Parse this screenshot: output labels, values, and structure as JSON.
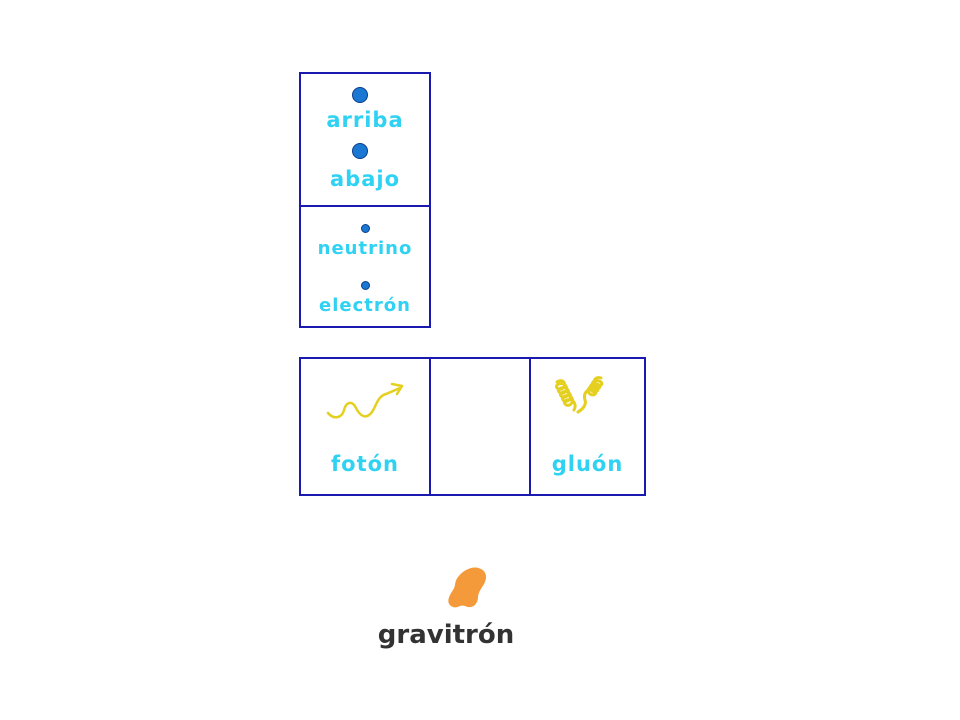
{
  "colors": {
    "border": "#1a1ab0",
    "label": "#2fd2f2",
    "particle": "#1a78d2",
    "photon": "#e5cf1f",
    "gluon": "#e5cf1f",
    "graviton": "#f59a3a",
    "graviton_label": "#333333"
  },
  "quarks": {
    "up": "arriba",
    "down": "abajo"
  },
  "leptons": {
    "neutrino": "neutrino",
    "electron": "electrón"
  },
  "bosons": {
    "photon": "fotón",
    "empty": "",
    "gluon": "gluón"
  },
  "graviton": {
    "label": "gravitrón"
  },
  "icons": {
    "up": "particle-dot-icon",
    "down": "particle-dot-icon",
    "neutrino": "small-particle-dot-icon",
    "electron": "small-particle-dot-icon",
    "photon": "wavy-arrow-icon",
    "gluon": "spring-coil-icon",
    "graviton": "orange-blob-icon"
  }
}
